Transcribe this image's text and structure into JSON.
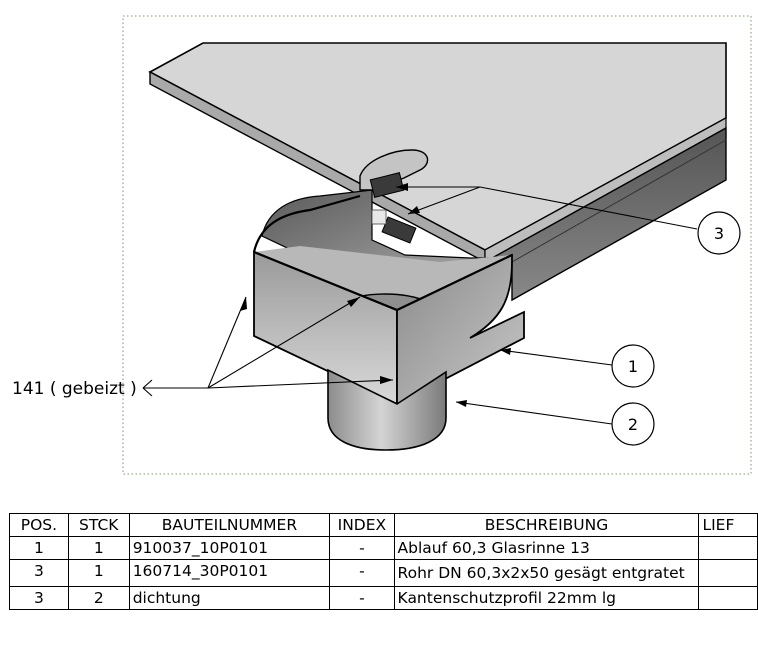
{
  "drawing": {
    "material_callout": "141 ( gebeizt )",
    "balloons": [
      {
        "id": "balloon-1",
        "label": "1"
      },
      {
        "id": "balloon-2",
        "label": "2"
      },
      {
        "id": "balloon-3",
        "label": "3"
      }
    ]
  },
  "bom": {
    "headers": [
      "POS.",
      "STCK",
      "BAUTEILNUMMER",
      "INDEX",
      "BESCHREIBUNG",
      "LIEF"
    ],
    "rows": [
      {
        "pos": "1",
        "stck": "1",
        "part": "910037_10P0101",
        "index": "-",
        "desc": "Ablauf 60,3 Glasrinne 13",
        "lief": ""
      },
      {
        "pos": "3",
        "stck": "1",
        "part": "160714_30P0101",
        "index": "-",
        "desc": "Rohr DN 60,3x2x50 gesägt entgratet",
        "lief": ""
      },
      {
        "pos": "3",
        "stck": "2",
        "part": "dichtung",
        "index": "-",
        "desc": "Kantenschutzprofil 22mm lg",
        "lief": ""
      }
    ]
  },
  "colors": {
    "ink": "#000000",
    "frame_dots": "#7a9a6a",
    "plate_top": "#d6d6d6",
    "steel_light": "#cfcfcf",
    "steel_dark": "#6e6e6e"
  }
}
